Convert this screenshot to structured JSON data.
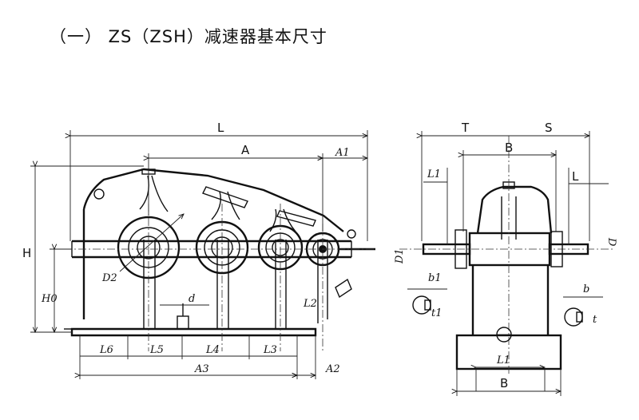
{
  "title": "（一）  ZS（ZSH）减速器基本尺寸",
  "front_view": {
    "dims": {
      "L": "L",
      "A": "A",
      "A1": "A1",
      "H": "H",
      "H0": "H0",
      "D2": "D2",
      "d": "d",
      "L2": "L2",
      "L6": "L6",
      "L5": "L5",
      "L4": "L4",
      "L3": "L3",
      "A3": "A3",
      "A2": "A2"
    }
  },
  "side_view": {
    "dims": {
      "T": "T",
      "S": "S",
      "B_top": "B",
      "L1_top": "L1",
      "L": "L",
      "D1": "D1",
      "D": "D",
      "b1": "b1",
      "t1": "t1",
      "b": "b",
      "t": "t",
      "L1_bottom": "L1",
      "B_bottom": "B"
    }
  }
}
